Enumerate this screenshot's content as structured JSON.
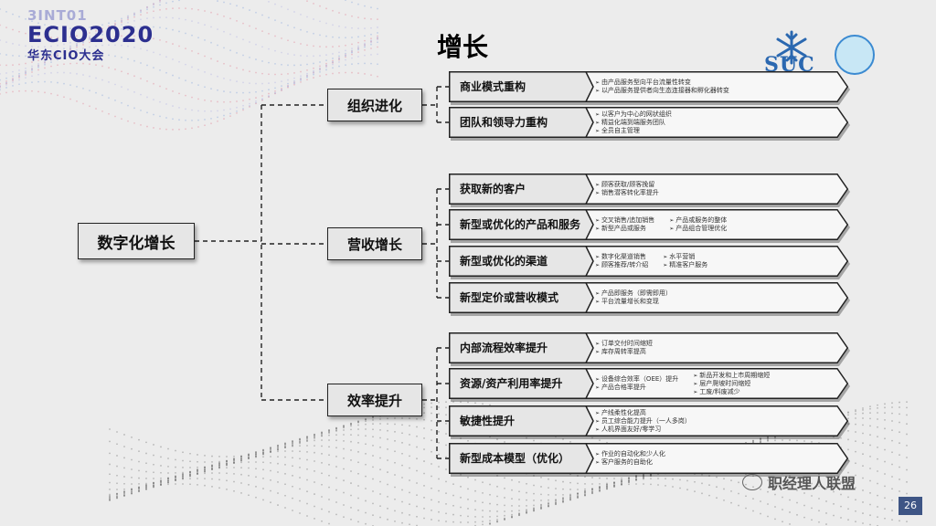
{
  "header": {
    "logo": {
      "line1": "3INT01",
      "line2": "ECIO2020",
      "line3": "华东CIO大会"
    },
    "sponsor_logo_text": "SUC",
    "title": "增长"
  },
  "tree": {
    "root": "数字化增长",
    "categories": [
      {
        "label": "组织进化",
        "items": [
          {
            "label": "商业模式重构",
            "details": [
              [
                "由产品服务型向平台流量性转变",
                "以产品服务提供者向生态连接器和孵化器转变"
              ]
            ]
          },
          {
            "label": "团队和领导力重构",
            "details": [
              [
                "以客户为中心的网状组织",
                "精益化端到端服务团队",
                "全员自主管理"
              ]
            ]
          }
        ]
      },
      {
        "label": "营收增长",
        "items": [
          {
            "label": "获取新的客户",
            "details": [
              [
                "顾客获取/顾客挽留",
                "销售潜客转化率提升"
              ]
            ]
          },
          {
            "label": "新型或优化的产品和服务",
            "details": [
              [
                "交叉销售/追加销售",
                "新型产品或服务"
              ],
              [
                "产品或服务的整体",
                "产品组合管理优化"
              ]
            ]
          },
          {
            "label": "新型或优化的渠道",
            "details": [
              [
                "数字化渠道销售",
                "顾客推荐/转介绍"
              ],
              [
                "水平营销",
                "精准客户服务"
              ]
            ]
          },
          {
            "label": "新型定价或营收模式",
            "details": [
              [
                "产品即服务（即需即用）",
                "平台流量增长和变现"
              ]
            ]
          }
        ]
      },
      {
        "label": "效率提升",
        "items": [
          {
            "label": "内部流程效率提升",
            "details": [
              [
                "订单交付时间缩短",
                "库存周转率提高"
              ]
            ]
          },
          {
            "label": "资源/资产利用率提升",
            "details": [
              [
                "设备综合效率（OEE）提升",
                "产品合格率提升"
              ],
              [
                "新品开发和上市周期缩短",
                "层产爬坡时间缩短",
                "工废/料废减少"
              ]
            ]
          },
          {
            "label": "敏捷性提升",
            "details": [
              [
                "产线柔性化提高",
                "员工综合能力提升（一人多岗）",
                "人机界面友好/零学习"
              ]
            ]
          },
          {
            "label": "新型成本模型（优化）",
            "details": [
              [
                "作业的自动化和少人化",
                "客户服务的自助化"
              ]
            ]
          }
        ]
      }
    ]
  },
  "footer": {
    "wechat_account": "职经理人联盟",
    "page_number": "26"
  },
  "colors": {
    "accent": "#3e5585",
    "box_fill": "#e6e6e6",
    "row_fill": "#f7f7f7",
    "border": "#222222"
  },
  "icons": {
    "sponsor": "snowflake-icon",
    "wechat": "wechat-icon"
  }
}
